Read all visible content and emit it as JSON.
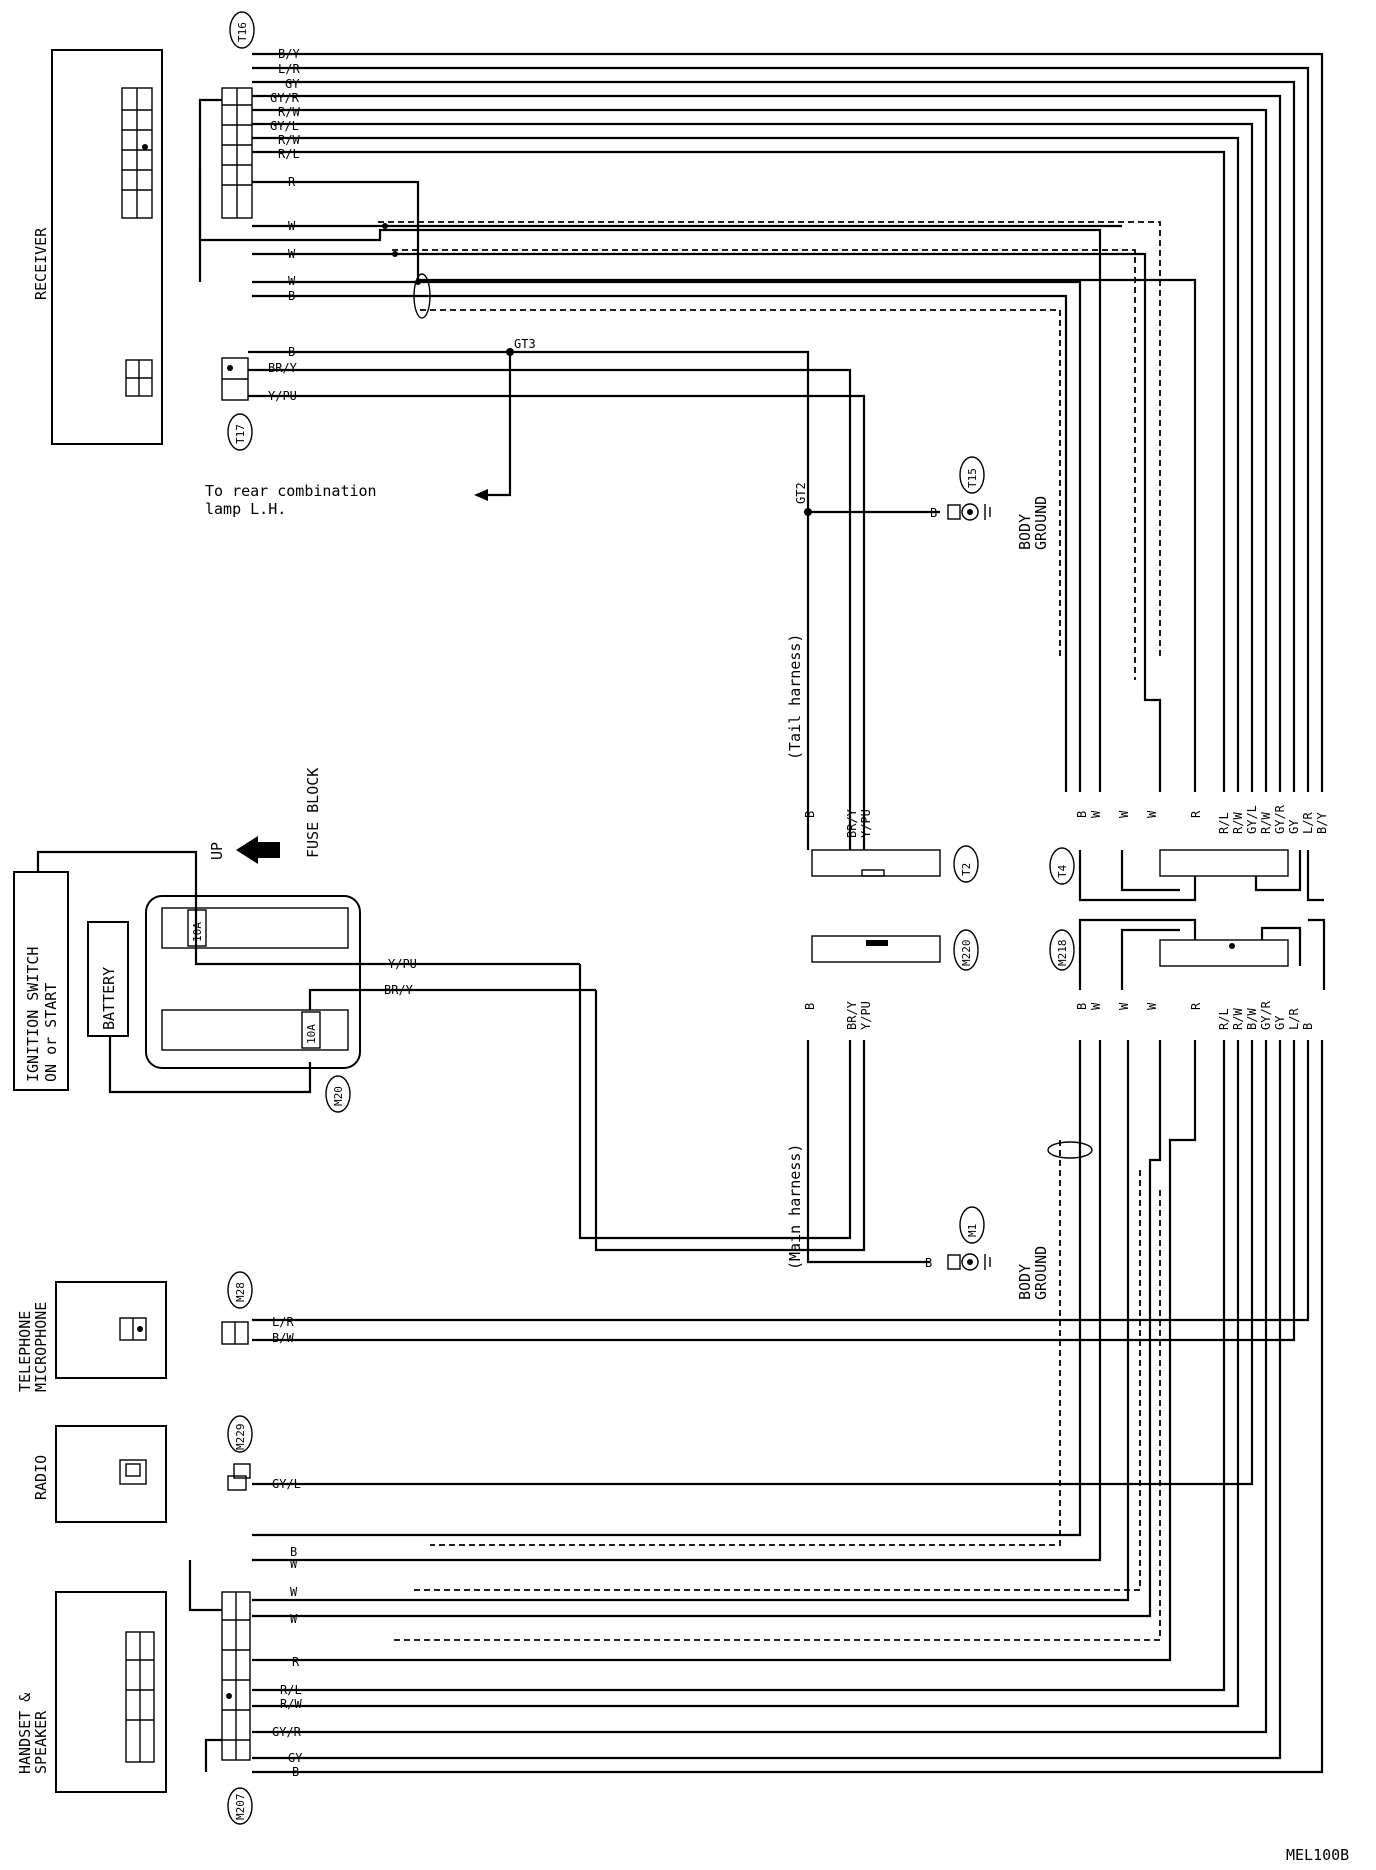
{
  "components": {
    "receiver": "RECEIVER",
    "ignition_switch": "IGNITION SWITCH\nON or START",
    "ignition_line1": "IGNITION SWITCH",
    "ignition_line2": "ON or START",
    "battery": "BATTERY",
    "fuse_block": "FUSE BLOCK",
    "up": "UP",
    "fuse_a": "10A",
    "fuse_b": "10A",
    "telephone_line1": "TELEPHONE",
    "telephone_line2": "MICROPHONE",
    "radio": "RADIO",
    "handset_line1": "HANDSET &",
    "handset_line2": "SPEAKER",
    "body_ground": "BODY GROUND",
    "body_line1": "BODY",
    "body_line2": "GROUND",
    "rear_lamp_line1": "To rear combination",
    "rear_lamp_line2": "lamp L.H.",
    "tail_harness": "(Tail harness)",
    "main_harness": "(Main harness)"
  },
  "connectors": {
    "T16": "T16",
    "T17": "T17",
    "T15": "T15",
    "T2": "T2",
    "T4": "T4",
    "M220": "M220",
    "M218": "M218",
    "M20": "M20",
    "M1": "M1",
    "M28": "M28",
    "M229": "M229",
    "M207": "M207"
  },
  "junctions": {
    "GT3": "GT3",
    "GT2": "GT2"
  },
  "receiver_wires": [
    "B/Y",
    "L/R",
    "GY",
    "GY/R",
    "R/W",
    "GY/L",
    "R/W",
    "R/L",
    "R",
    "W",
    "W",
    "W",
    "B"
  ],
  "t17_wires": [
    "B",
    "BR/Y",
    "Y/PU"
  ],
  "t4_wires": [
    "B",
    "W",
    "W",
    "W",
    "R",
    "R/L",
    "R/W",
    "GY/L",
    "R/W",
    "GY/R",
    "GY",
    "L/R",
    "B/Y"
  ],
  "m218_wires": [
    "B",
    "W",
    "W",
    "W",
    "R",
    "R/L",
    "R/W",
    "B/W",
    "GY/R",
    "GY",
    "L/R",
    "B"
  ],
  "t2_wires": [
    "B",
    "BR/Y",
    "Y/PU"
  ],
  "m220_wires": [
    "B",
    "BR/Y",
    "Y/PU"
  ],
  "fuse_wires": [
    "Y/PU",
    "BR/Y"
  ],
  "t15_wire": "B",
  "m1_wire": "B",
  "mic_wires": [
    "L/R",
    "B/W"
  ],
  "radio_wire": "GY/L",
  "handset_wires": [
    "B",
    "W",
    "W",
    "W",
    "R",
    "R/L",
    "R/W",
    "GY/R",
    "GY",
    "B"
  ],
  "footer_code": "MEL100B"
}
